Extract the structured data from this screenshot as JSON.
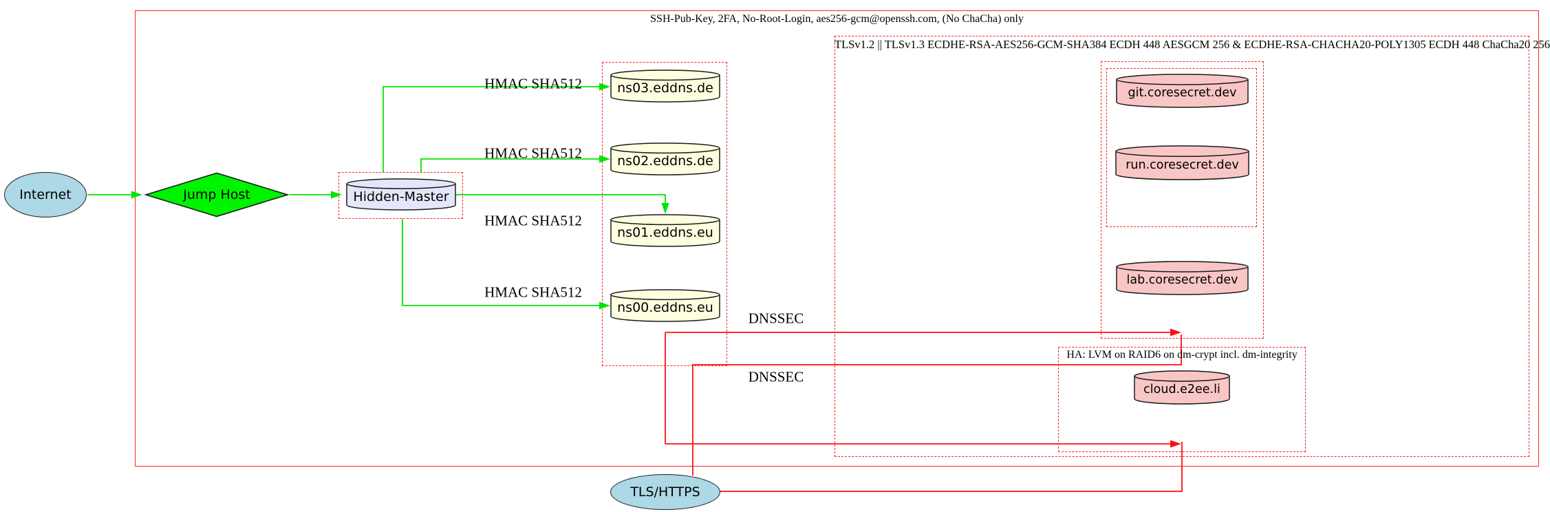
{
  "diagram": {
    "clusters": {
      "ssh": {
        "label": "SSH-Pub-Key, 2FA, No-Root-Login, aes256-gcm@openssh.com, (No ChaCha) only"
      },
      "tls": {
        "label": "TLSv1.2 || TLSv1.3 ECDHE-RSA-AES256-GCM-SHA384 ECDH 448 AESGCM 256 & ECDHE-RSA-CHACHA20-POLY1305 ECDH 448 ChaCha20 256"
      },
      "ha": {
        "label": "HA: LVM on RAID6 on dm-crypt incl. dm-integrity"
      }
    },
    "nodes": {
      "internet": {
        "label": "Internet",
        "shape": "ellipse"
      },
      "jump_host": {
        "label": "Jump Host",
        "shape": "diamond"
      },
      "hidden_master": {
        "label": "Hidden-Master",
        "shape": "cylinder"
      },
      "ns03": {
        "label": "ns03.eddns.de",
        "shape": "cylinder"
      },
      "ns02": {
        "label": "ns02.eddns.de",
        "shape": "cylinder"
      },
      "ns01": {
        "label": "ns01.eddns.eu",
        "shape": "cylinder"
      },
      "ns00": {
        "label": "ns00.eddns.eu",
        "shape": "cylinder"
      },
      "git": {
        "label": "git.coresecret.dev",
        "shape": "cylinder"
      },
      "run": {
        "label": "run.coresecret.dev",
        "shape": "cylinder"
      },
      "lab": {
        "label": "lab.coresecret.dev",
        "shape": "cylinder"
      },
      "cloud": {
        "label": "cloud.e2ee.li",
        "shape": "cylinder"
      },
      "tls_https": {
        "label": "TLS/HTTPS",
        "shape": "ellipse"
      }
    },
    "edge_labels": {
      "hmac": "HMAC SHA512",
      "dnssec": "DNSSEC"
    },
    "colors": {
      "secure_edge_green": "#00e400",
      "jump_host_green": "#00f400",
      "policy_red": "#ff2020",
      "internet_fill": "#add8e6",
      "dns_node_fill": "#ffffe0",
      "master_fill": "#e6e6fa",
      "service_node_fill": "#f9c6c6",
      "node_border": "#1a1a1a"
    }
  }
}
